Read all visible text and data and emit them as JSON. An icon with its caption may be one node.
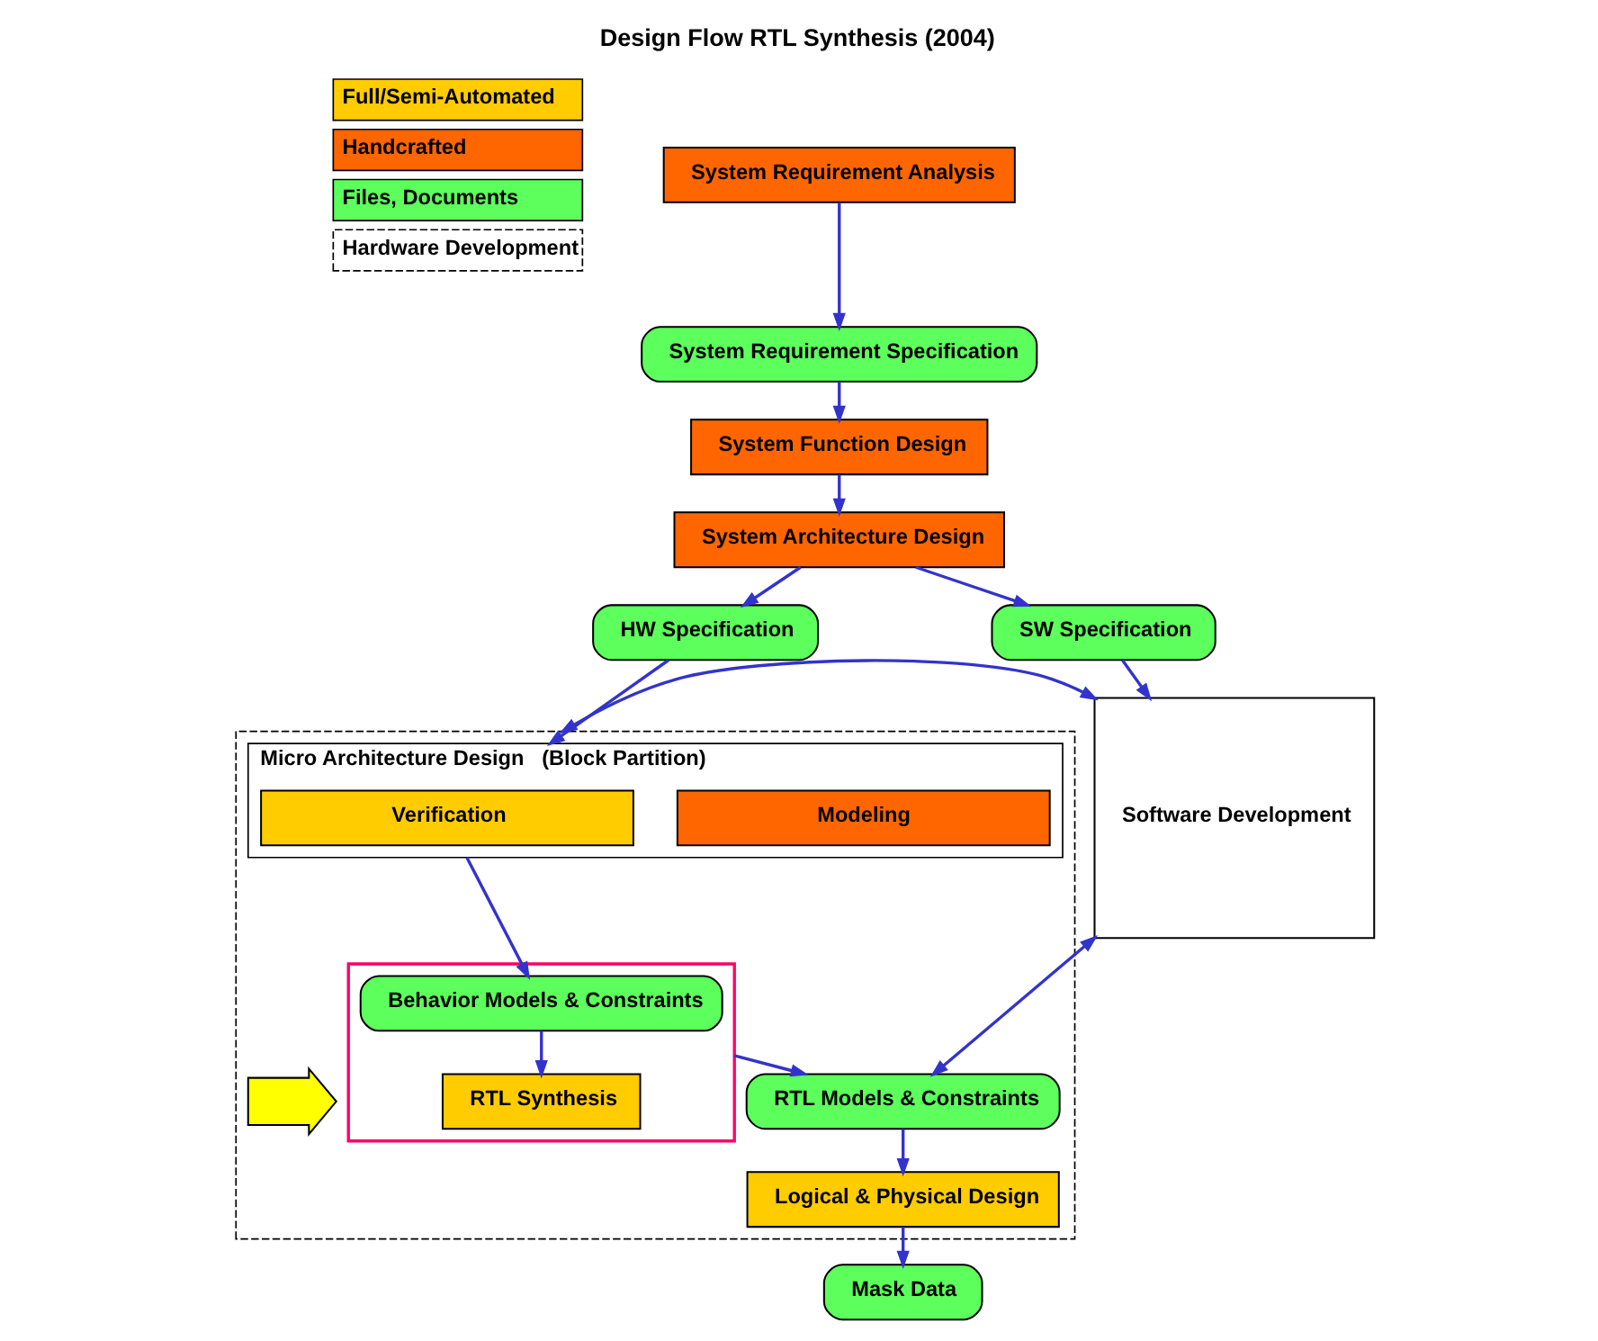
{
  "diagram": {
    "title": "Design Flow RTL Synthesis (2004)",
    "nodes": [
      {
        "text": [
          "System Requirement Analysis"
        ]
      },
      {
        "text": [
          "System Requirement Specification"
        ]
      },
      {
        "text": [
          "System Function Design"
        ]
      },
      {
        "text": [
          "System Architecture Design"
        ]
      },
      {
        "text": [
          "HW Specification"
        ]
      },
      {
        "text": [
          "SW Specification"
        ]
      },
      {
        "text": [],
        "shape": "box"
      },
      {
        "text": [
          "Micro Architecture Design",
          "(Block Partition)"
        ],
        "in": 6
      },
      {
        "text": [
          "Modeling"
        ],
        "in": 7
      },
      {
        "text": [
          "Verification"
        ],
        "in": 7
      },
      {
        "text": [],
        "shape": "arrow",
        "in": 6
      },
      {
        "text": [],
        "shape": "box",
        "in": 6
      },
      {
        "text": [
          "Behavior Models & Constraints"
        ],
        "in": 11
      },
      {
        "text": [
          "RTL Synthesis"
        ],
        "in": 11
      },
      {
        "text": [
          "RTL Models & Constraints"
        ],
        "in": 6
      },
      {
        "text": [
          "Logical & Physical Design"
        ],
        "in": 6
      },
      {
        "text": [
          "Software Development"
        ]
      },
      {
        "text": [
          "Mask Data"
        ]
      }
    ],
    "edges": [
      {
        "from": 0,
        "to": 1,
        "arrow": "to"
      },
      {
        "from": 1,
        "to": 2,
        "arrow": "to"
      },
      {
        "from": 2,
        "to": 3,
        "arrow": "to"
      },
      {
        "from": 3,
        "to": 4,
        "arrow": "to"
      },
      {
        "from": 3,
        "to": 5,
        "arrow": "to"
      },
      {
        "from": 4,
        "to": 7,
        "arrow": "to"
      },
      {
        "from": 5,
        "to": 16,
        "arrow": "to"
      },
      {
        "from": 6,
        "to": 16,
        "arrow": "both"
      },
      {
        "from": 7,
        "to": 12,
        "arrow": "to"
      },
      {
        "from": 12,
        "to": 13,
        "arrow": "to"
      },
      {
        "from": 11,
        "to": 14,
        "arrow": "to"
      },
      {
        "from": 14,
        "to": 16,
        "arrow": "both"
      },
      {
        "from": 14,
        "to": 15,
        "arrow": "to"
      },
      {
        "from": 15,
        "to": 17,
        "arrow": "to"
      }
    ],
    "legend": [
      {
        "text": "Full/Semi-Automated",
        "color": "#ffcc00"
      },
      {
        "text": "Handcrafted",
        "color": "#ff6600"
      },
      {
        "text": "Files, Documents",
        "color": "#5cff5c"
      },
      {
        "text": "Hardware Development"
      }
    ]
  }
}
